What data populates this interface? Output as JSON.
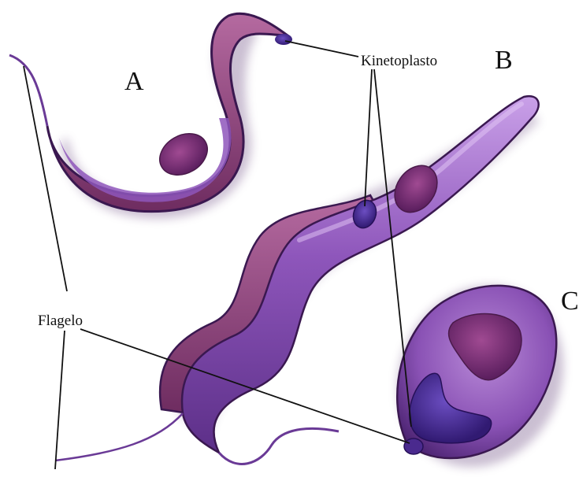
{
  "labels": {
    "a": "A",
    "b": "B",
    "c": "C",
    "kinetoplast": "Kinetoplasto",
    "flagellum": "Flagelo"
  },
  "colors": {
    "body_purple": "#8a52b5",
    "body_light": "#c294e3",
    "membrane": "#9c4a78",
    "membrane_dark": "#5a2452",
    "nucleus": "#6a2a6e",
    "kinetoplast": "#4a2a8e",
    "outline": "#3a1850",
    "leader_line": "#111111"
  },
  "icons": [
    "trypomastigote-form",
    "epimastigote-form",
    "amastigote-form"
  ]
}
